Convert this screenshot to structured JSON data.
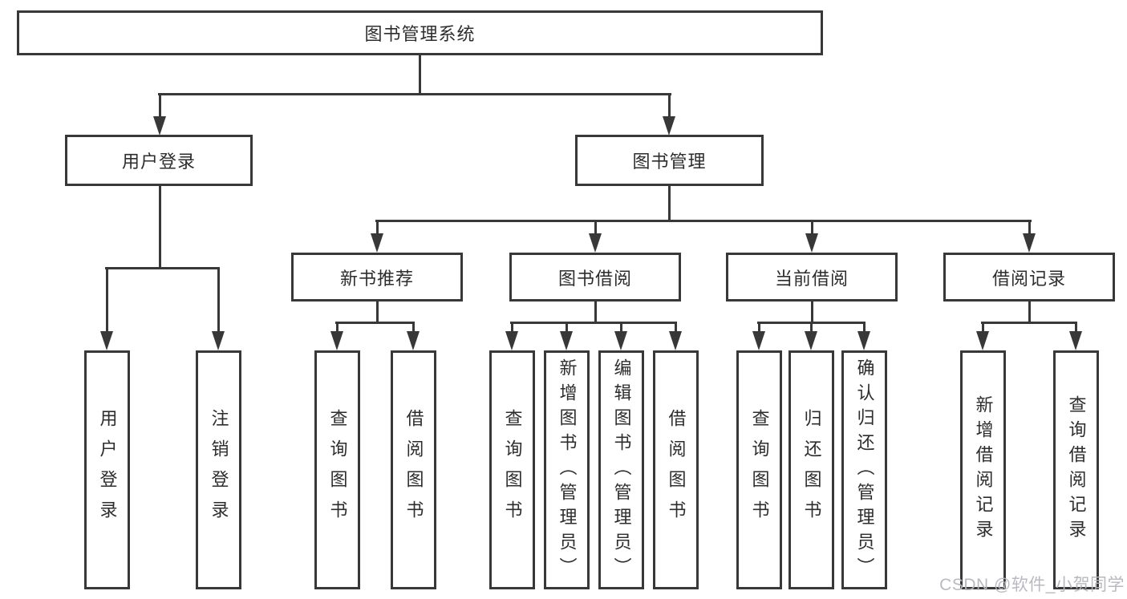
{
  "diagram_type": "functional-structure-tree",
  "tree": {
    "root": {
      "label": "图书管理系统",
      "children": [
        {
          "label": "用户登录",
          "children": [
            {
              "label": "用户登录"
            },
            {
              "label": "注销登录"
            }
          ]
        },
        {
          "label": "图书管理",
          "children": [
            {
              "label": "新书推荐",
              "children": [
                {
                  "label": "查询图书"
                },
                {
                  "label": "借阅图书"
                }
              ]
            },
            {
              "label": "图书借阅",
              "children": [
                {
                  "label": "查询图书"
                },
                {
                  "label": "新增图书（管理员）"
                },
                {
                  "label": "编辑图书（管理员）"
                },
                {
                  "label": "借阅图书"
                }
              ]
            },
            {
              "label": "当前借阅",
              "children": [
                {
                  "label": "查询图书"
                },
                {
                  "label": "归还图书"
                },
                {
                  "label": "确认归还（管理员）"
                }
              ]
            },
            {
              "label": "借阅记录",
              "children": [
                {
                  "label": "新增借阅记录"
                },
                {
                  "label": "查询借阅记录"
                }
              ]
            }
          ]
        }
      ]
    }
  },
  "watermark": {
    "text": "CSDN @软件_小贺同学"
  },
  "colors": {
    "line": "#383838",
    "text": "#2d2d2d",
    "background": "#ffffff",
    "watermark": "#b6b7bd"
  }
}
